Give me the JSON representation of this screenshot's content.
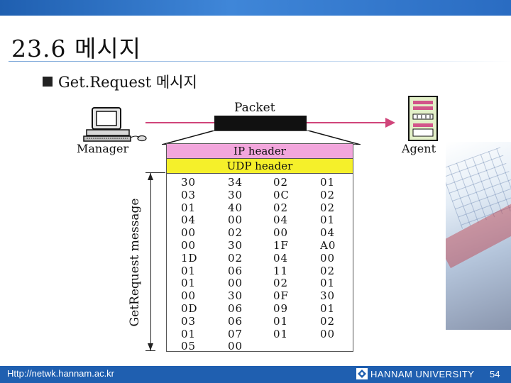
{
  "slide": {
    "title": "23.6 메시지",
    "bullet": "Get.Request 메시지"
  },
  "diagram": {
    "manager_label": "Manager",
    "agent_label": "Agent",
    "packet_label": "Packet",
    "ip_header": "IP header",
    "udp_header": "UDP header",
    "side_label": "GetRequest message",
    "bytes": [
      [
        "30",
        "34",
        "02",
        "01"
      ],
      [
        "03",
        "30",
        "0C",
        "02"
      ],
      [
        "01",
        "40",
        "02",
        "02"
      ],
      [
        "04",
        "00",
        "04",
        "01"
      ],
      [
        "00",
        "02",
        "00",
        "04"
      ],
      [
        "00",
        "30",
        "1F",
        "A0"
      ],
      [
        "1D",
        "02",
        "04",
        "00"
      ],
      [
        "01",
        "06",
        "11",
        "02"
      ],
      [
        "01",
        "00",
        "02",
        "01"
      ],
      [
        "00",
        "30",
        "0F",
        "30"
      ],
      [
        "0D",
        "06",
        "09",
        "01"
      ],
      [
        "03",
        "06",
        "01",
        "02"
      ],
      [
        "01",
        "07",
        "01",
        "00"
      ],
      [
        "05",
        "00",
        "",
        ""
      ]
    ]
  },
  "colors": {
    "ip_header": "#f2a6dc",
    "udp_header": "#f5f02a",
    "arrow": "#d0457a",
    "footer": "#1f5fb0"
  },
  "footer": {
    "url": "Http://netwk.hannam.ac.kr",
    "university": "HANNAM UNIVERSITY",
    "page": "54"
  }
}
